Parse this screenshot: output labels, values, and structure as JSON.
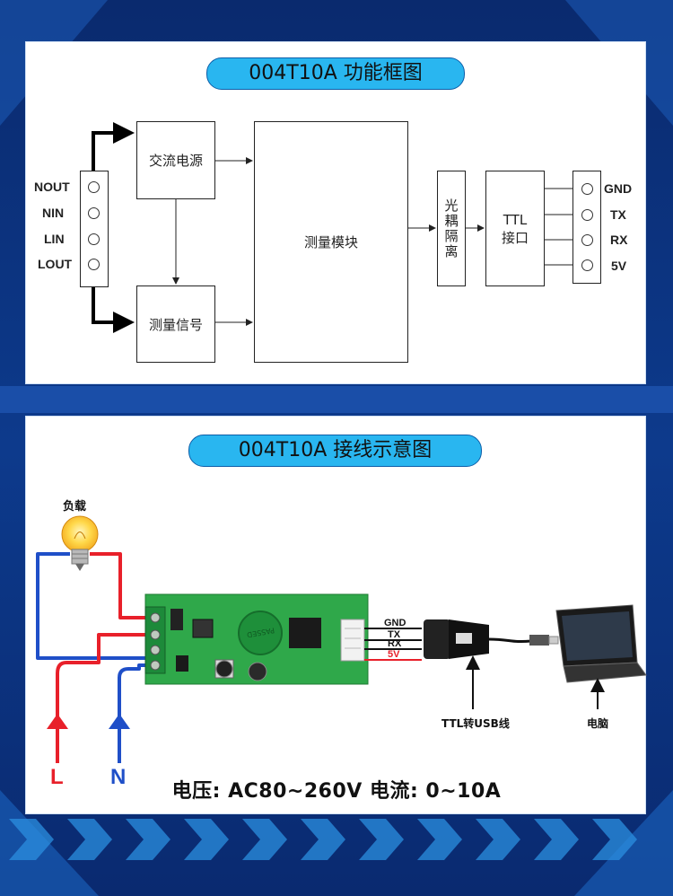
{
  "block_diagram": {
    "title": "004T10A 功能框图",
    "terminal_labels": [
      "NOUT",
      "NIN",
      "LIN",
      "LOUT"
    ],
    "boxes": {
      "ac_power": "交流电源",
      "measure_signal": "测量信号",
      "measure_module": "测量模块",
      "optocoupler": "光耦隔离",
      "ttl_interface": "TTL接口"
    },
    "output_pins": [
      "GND",
      "TX",
      "RX",
      "5V"
    ]
  },
  "wiring_diagram": {
    "title": "004T10A 接线示意图",
    "load_label": "负载",
    "live_label": "L",
    "neutral_label": "N",
    "connector_labels": [
      "GND",
      "TX",
      "RX",
      "5V"
    ],
    "usb_cable_label": "TTL转USB线",
    "computer_label": "电脑",
    "spec_text": "电压: AC80~260V   电流: 0~10A"
  },
  "colors": {
    "pill": "#29b6f0",
    "live_wire": "#e8202a",
    "neutral_wire": "#1f4fc8",
    "pcb": "#2fa84a",
    "background": "#0c2f7a"
  }
}
